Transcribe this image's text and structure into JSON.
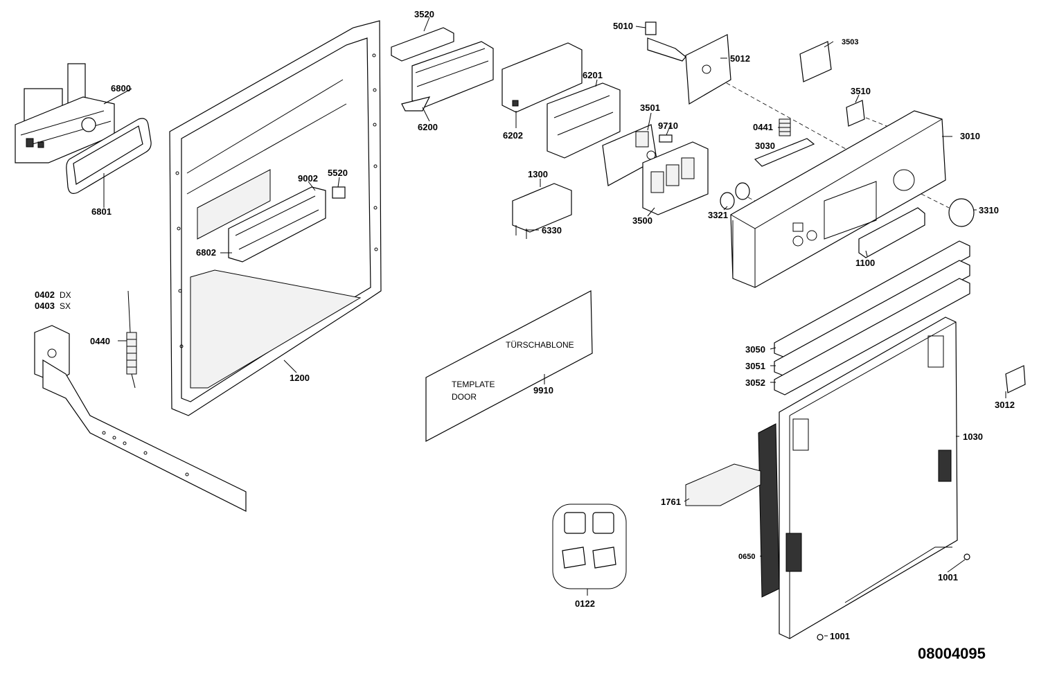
{
  "diagram": {
    "reference": "08004095",
    "template": {
      "de": "TÜRSCHABLONE",
      "en_1": "TEMPLATE",
      "en_2": "DOOR"
    },
    "labels": {
      "p3520": "3520",
      "p6200": "6200",
      "p6202": "6202",
      "p6201": "6201",
      "p5010": "5010",
      "p5012": "5012",
      "p3503": "3503",
      "p3510": "3510",
      "p3010": "3010",
      "p0441": "0441",
      "p3030": "3030",
      "p3501": "3501",
      "p9710": "9710",
      "p6800": "6800",
      "p6801": "6801",
      "p9002": "9002",
      "p5520": "5520",
      "p1300": "1300",
      "p6330": "6330",
      "p3500": "3500",
      "p3321": "3321",
      "p3310": "3310",
      "p1100": "1100",
      "p6802": "6802",
      "p0402": "0402",
      "p0403": "0403",
      "dx": "DX",
      "sx": "SX",
      "p0440": "0440",
      "p1200": "1200",
      "p9910": "9910",
      "p3050": "3050",
      "p3051": "3051",
      "p3052": "3052",
      "p3012": "3012",
      "p1030": "1030",
      "p1761": "1761",
      "p0650": "0650",
      "p1001a": "1001",
      "p1001b": "1001",
      "p0122": "0122"
    }
  }
}
